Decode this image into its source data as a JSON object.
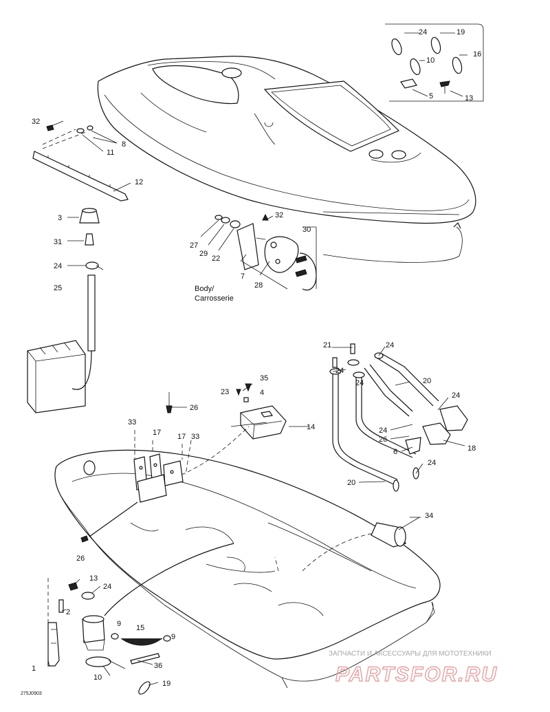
{
  "diagram": {
    "callouts": {
      "c1": "24",
      "c2": "19",
      "c3": "10",
      "c4": "16",
      "c5": "5",
      "c6": "13",
      "c7": "32",
      "c8": "8",
      "c9": "11",
      "c10": "12",
      "c11": "3",
      "c12": "31",
      "c13": "24",
      "c14": "25",
      "c15": "32",
      "c16": "30",
      "c17": "27",
      "c18": "29",
      "c19": "22",
      "c20": "7",
      "c21": "28",
      "c22": "21",
      "c23": "24",
      "c24": "24",
      "c25": "24",
      "c26": "20",
      "c27": "24",
      "c28": "24",
      "c29": "26",
      "c30": "6",
      "c31": "18",
      "c32": "24",
      "c33": "20",
      "c34": "35",
      "c35": "23",
      "c36": "4",
      "c37": "14",
      "c38": "26",
      "c39": "33",
      "c40": "17",
      "c41": "17",
      "c42": "33",
      "c43": "34",
      "c44": "26",
      "c45": "13",
      "c46": "24",
      "c47": "2",
      "c48": "9",
      "c49": "15",
      "c50": "9",
      "c51": "1",
      "c52": "10",
      "c53": "36",
      "c54": "19"
    },
    "body_label_1": "Body/",
    "body_label_2": "Carrosserie",
    "drawing_code": "275J0903"
  },
  "watermark": {
    "line1": "ЗАПЧАСТИ И АКСЕССУАРЫ ДЛЯ МОТОТЕХНИКИ",
    "line2": "PARTSFOR.RU"
  }
}
